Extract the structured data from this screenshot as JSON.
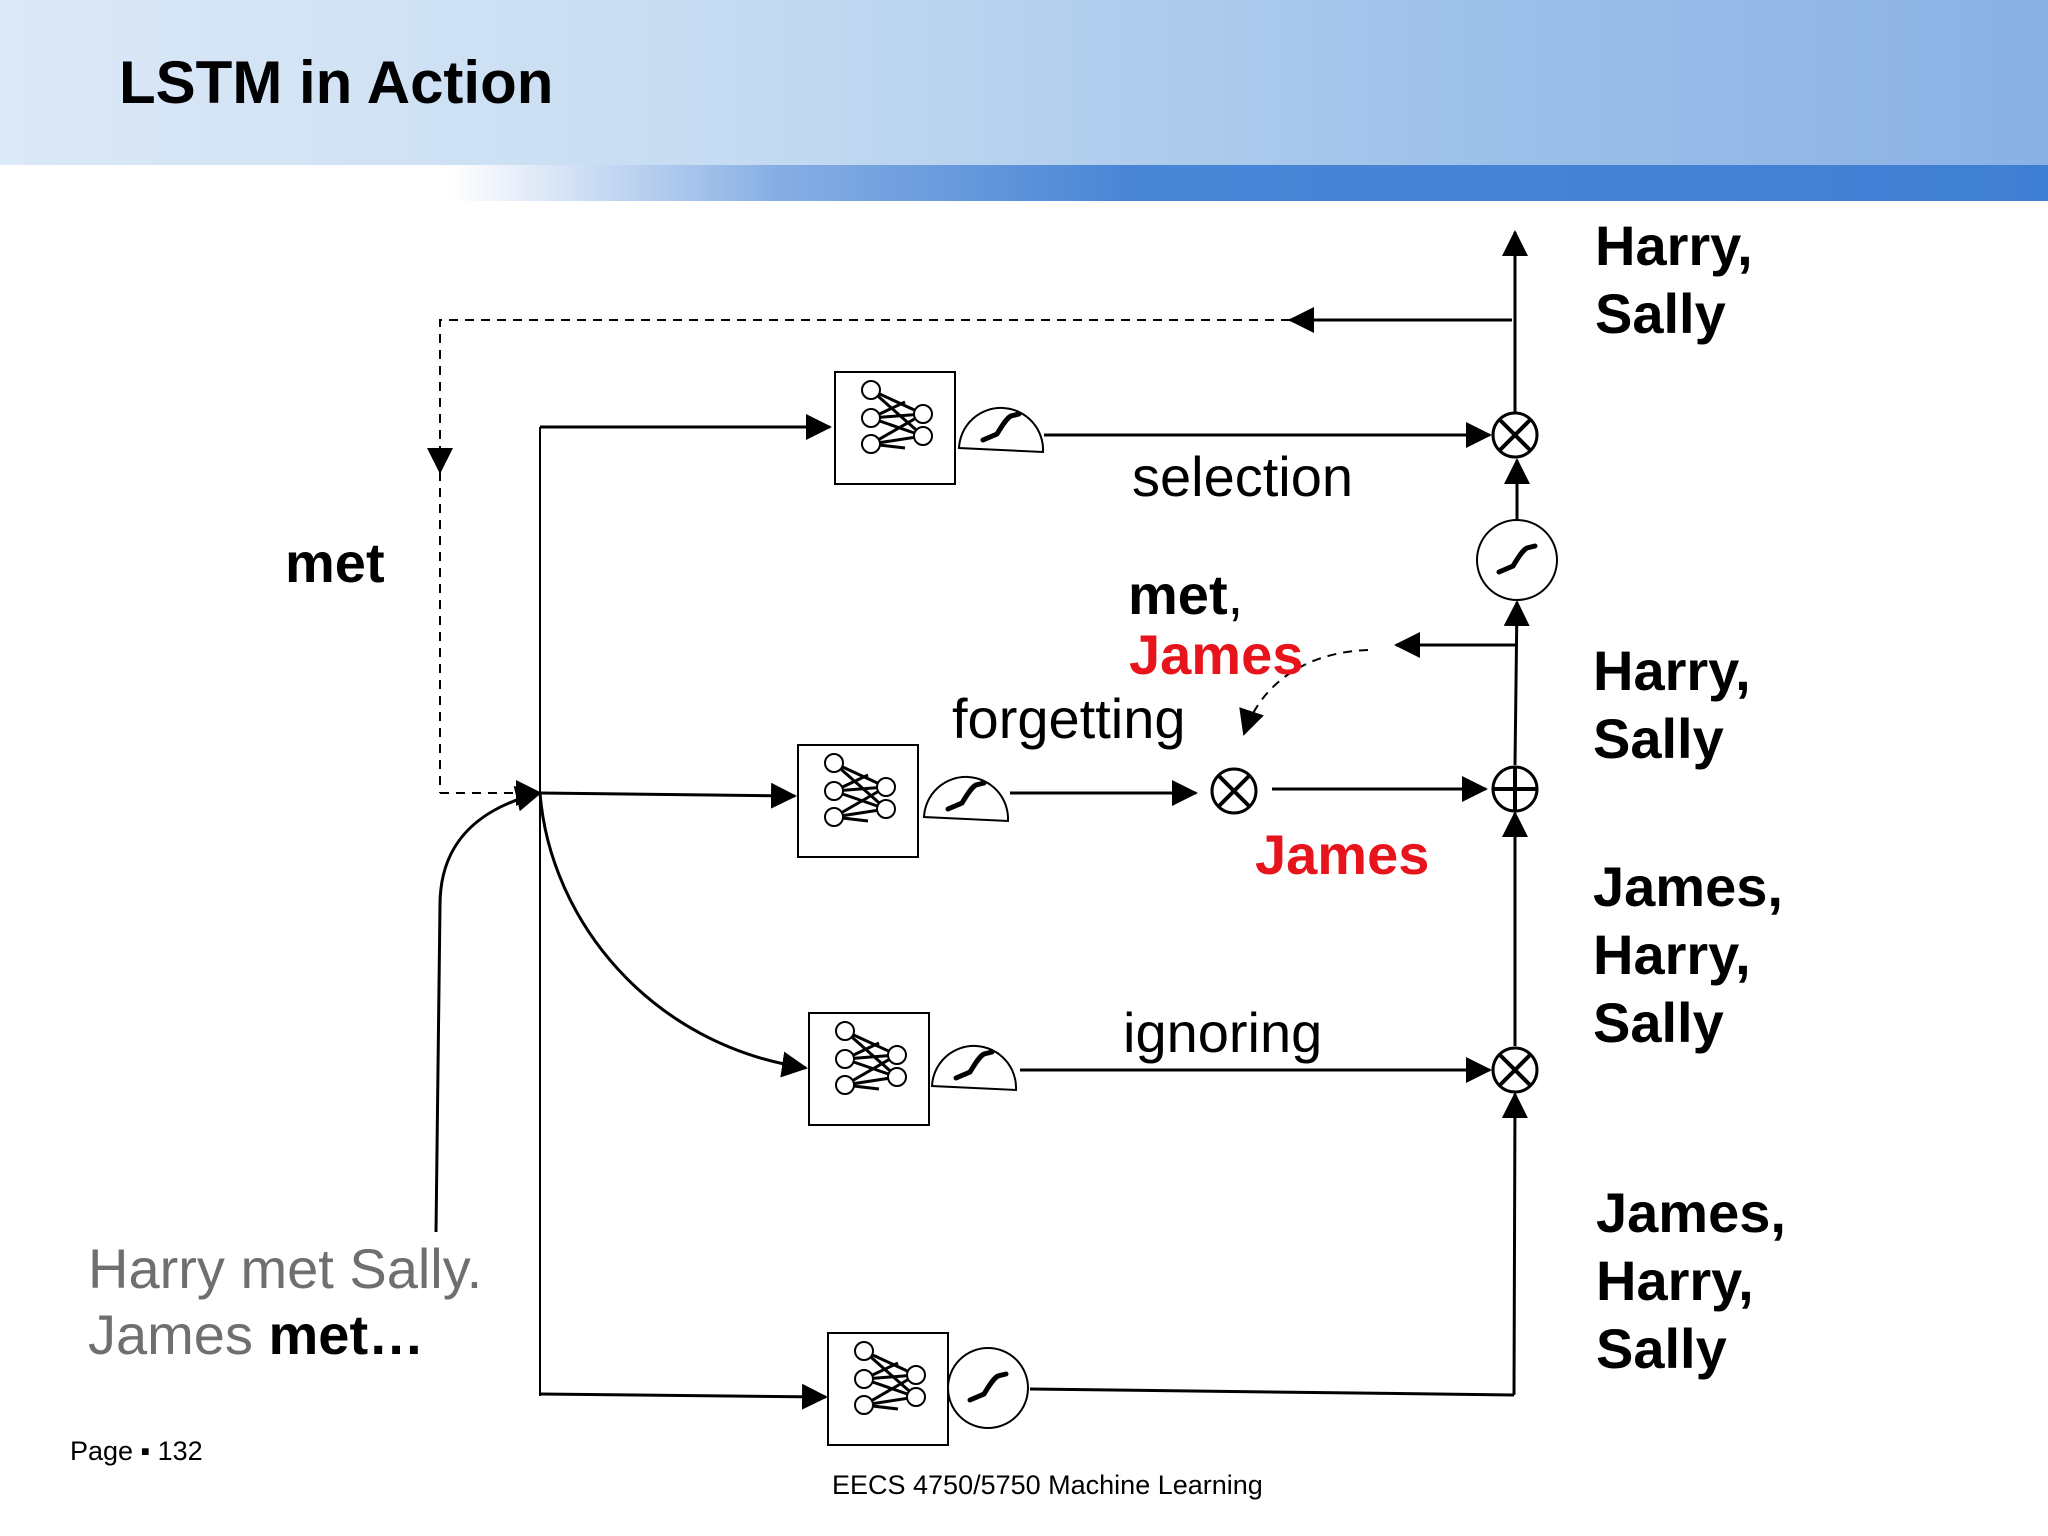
{
  "title": "LSTM in Action",
  "input_text": {
    "line1": "Harry met Sally.",
    "line2_gray": "James",
    "line2_bold": "met…"
  },
  "labels": {
    "met": "met",
    "selection": "selection",
    "forgetting": "forgetting",
    "ignoring": "ignoring",
    "met_james_top": "met",
    "met_james_comma": ",",
    "met_james_red": "James",
    "james_new": "James"
  },
  "memory_states": {
    "output": {
      "line1": "Harry,",
      "line2": "Sally"
    },
    "after_forget": {
      "line1": "Harry,",
      "line2": "Sally"
    },
    "before_forget": {
      "line1": "James,",
      "line2": "Harry,",
      "line3": "Sally"
    },
    "bottom": {
      "line1": "James,",
      "line2": "Harry,",
      "line3": "Sally"
    }
  },
  "footer": {
    "page": "Page ▪ 132",
    "course": "EECS 4750/5750 Machine Learning"
  },
  "colors": {
    "red": "#e8141b",
    "gray": "#6f6f6f",
    "line": "#000000"
  }
}
